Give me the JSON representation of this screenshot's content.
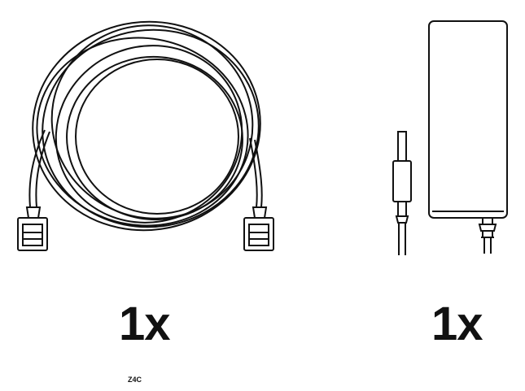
{
  "items": [
    {
      "name": "ethernet-cable",
      "icon": "ethernet-cable-icon",
      "quantity": "1x"
    },
    {
      "name": "power-adapter",
      "icon": "power-adapter-icon",
      "quantity": "1x"
    }
  ],
  "footer": {
    "code": "Z4C"
  }
}
